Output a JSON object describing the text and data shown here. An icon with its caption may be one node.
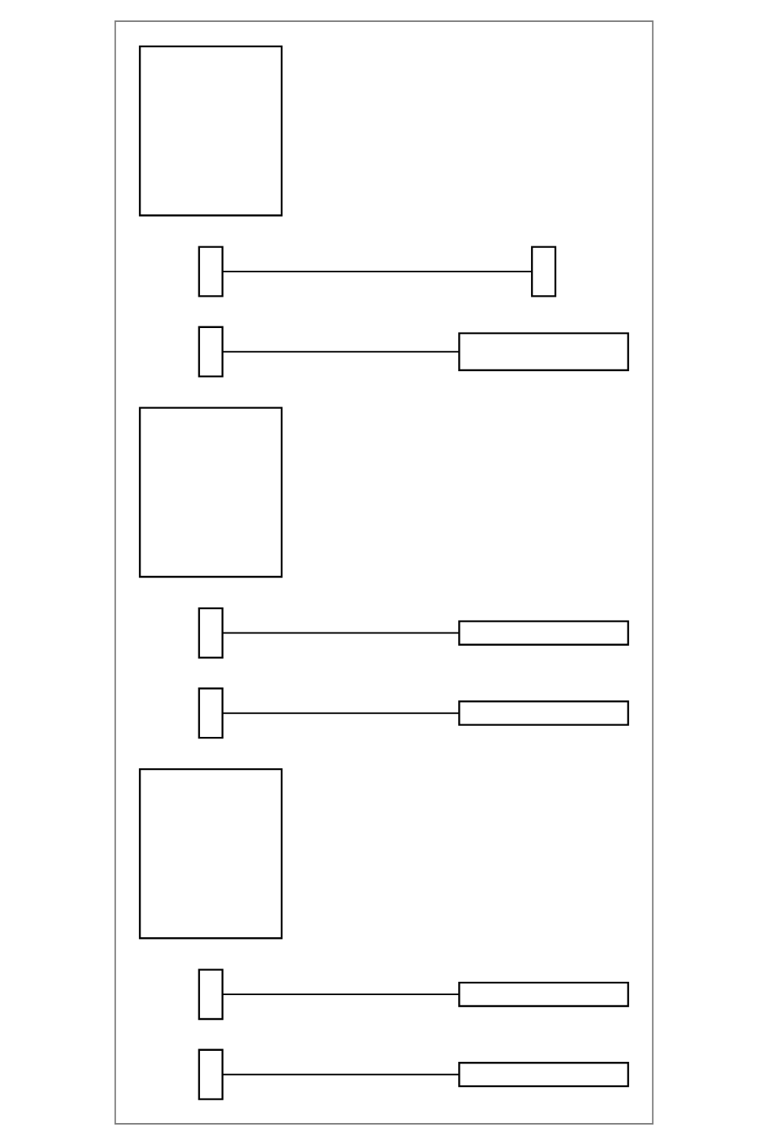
{
  "diagram": {
    "nodes": [
      {
        "text": [],
        "shape": "box"
      },
      {
        "text": [],
        "shape": "box",
        "in": 0
      },
      {
        "text": [],
        "shape": "box",
        "in": 0
      },
      {
        "text": [],
        "shape": "box",
        "in": 0
      },
      {
        "text": [],
        "shape": "box",
        "in": 0
      },
      {
        "text": [],
        "shape": "box",
        "in": 0
      },
      {
        "text": [],
        "shape": "box",
        "in": 0
      },
      {
        "text": [],
        "shape": "box",
        "in": 0
      },
      {
        "text": [],
        "shape": "box",
        "in": 0
      },
      {
        "text": [],
        "shape": "box",
        "in": 0
      },
      {
        "text": [],
        "shape": "box",
        "in": 0
      },
      {
        "text": [],
        "shape": "box",
        "in": 0
      },
      {
        "text": [],
        "shape": "box",
        "in": 0
      },
      {
        "text": [],
        "shape": "box",
        "in": 0
      },
      {
        "text": [],
        "shape": "box",
        "in": 0
      },
      {
        "text": [],
        "shape": "box",
        "in": 0
      }
    ],
    "edges": [
      {
        "from": 2,
        "to": 3,
        "arrow": "none"
      },
      {
        "from": 4,
        "to": 5,
        "arrow": "none"
      },
      {
        "from": 7,
        "to": 8,
        "arrow": "none"
      },
      {
        "from": 9,
        "to": 10,
        "arrow": "none"
      },
      {
        "from": 12,
        "to": 13,
        "arrow": "none"
      },
      {
        "from": 14,
        "to": 15,
        "arrow": "none"
      }
    ]
  }
}
